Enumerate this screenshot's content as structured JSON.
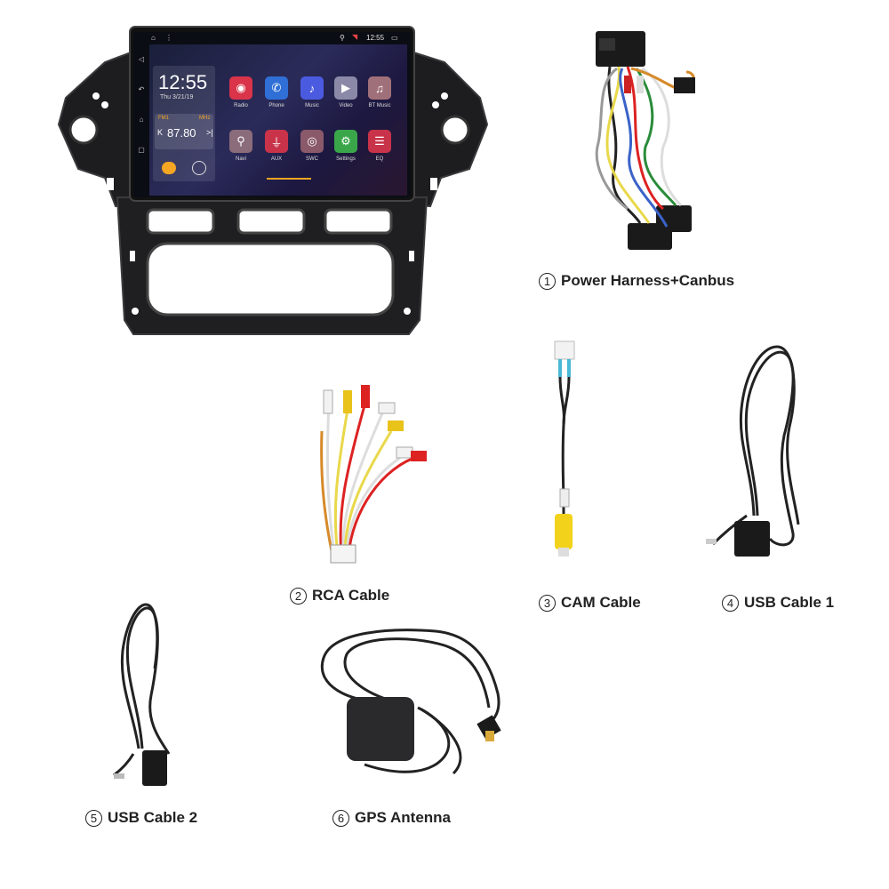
{
  "screen": {
    "status_time": "12:55",
    "clock_time": "12:55",
    "date": "Thu 3/21/19",
    "fm_band": "FM1",
    "fm_unit": "MHz",
    "fm_frequency": "87.80",
    "apps": [
      {
        "label": "Radio",
        "icon": "radio-icon",
        "color": "#d9344a"
      },
      {
        "label": "Phone",
        "icon": "phone-icon",
        "color": "#2f6fd6"
      },
      {
        "label": "Music",
        "icon": "music-icon",
        "color": "#4b5be0"
      },
      {
        "label": "Video",
        "icon": "video-icon",
        "color": "#8a8aa8"
      },
      {
        "label": "BT Music",
        "icon": "bt-music-icon",
        "color": "#a0707a"
      },
      {
        "label": "Navi",
        "icon": "navi-icon",
        "color": "#8a6c7a"
      },
      {
        "label": "AUX",
        "icon": "aux-icon",
        "color": "#c9334a"
      },
      {
        "label": "SWC",
        "icon": "swc-icon",
        "color": "#8a5a6a"
      },
      {
        "label": "Settings",
        "icon": "settings-icon",
        "color": "#3aa64a"
      },
      {
        "label": "EQ",
        "icon": "eq-icon",
        "color": "#c9334a"
      }
    ]
  },
  "captions": {
    "c1": {
      "num": "1",
      "text": "Power Harness+Canbus"
    },
    "c2": {
      "num": "2",
      "text": "RCA Cable"
    },
    "c3": {
      "num": "3",
      "text": "CAM Cable"
    },
    "c4": {
      "num": "4",
      "text": "USB Cable 1"
    },
    "c5": {
      "num": "5",
      "text": "USB Cable 2"
    },
    "c6": {
      "num": "6",
      "text": "GPS Antenna"
    }
  }
}
